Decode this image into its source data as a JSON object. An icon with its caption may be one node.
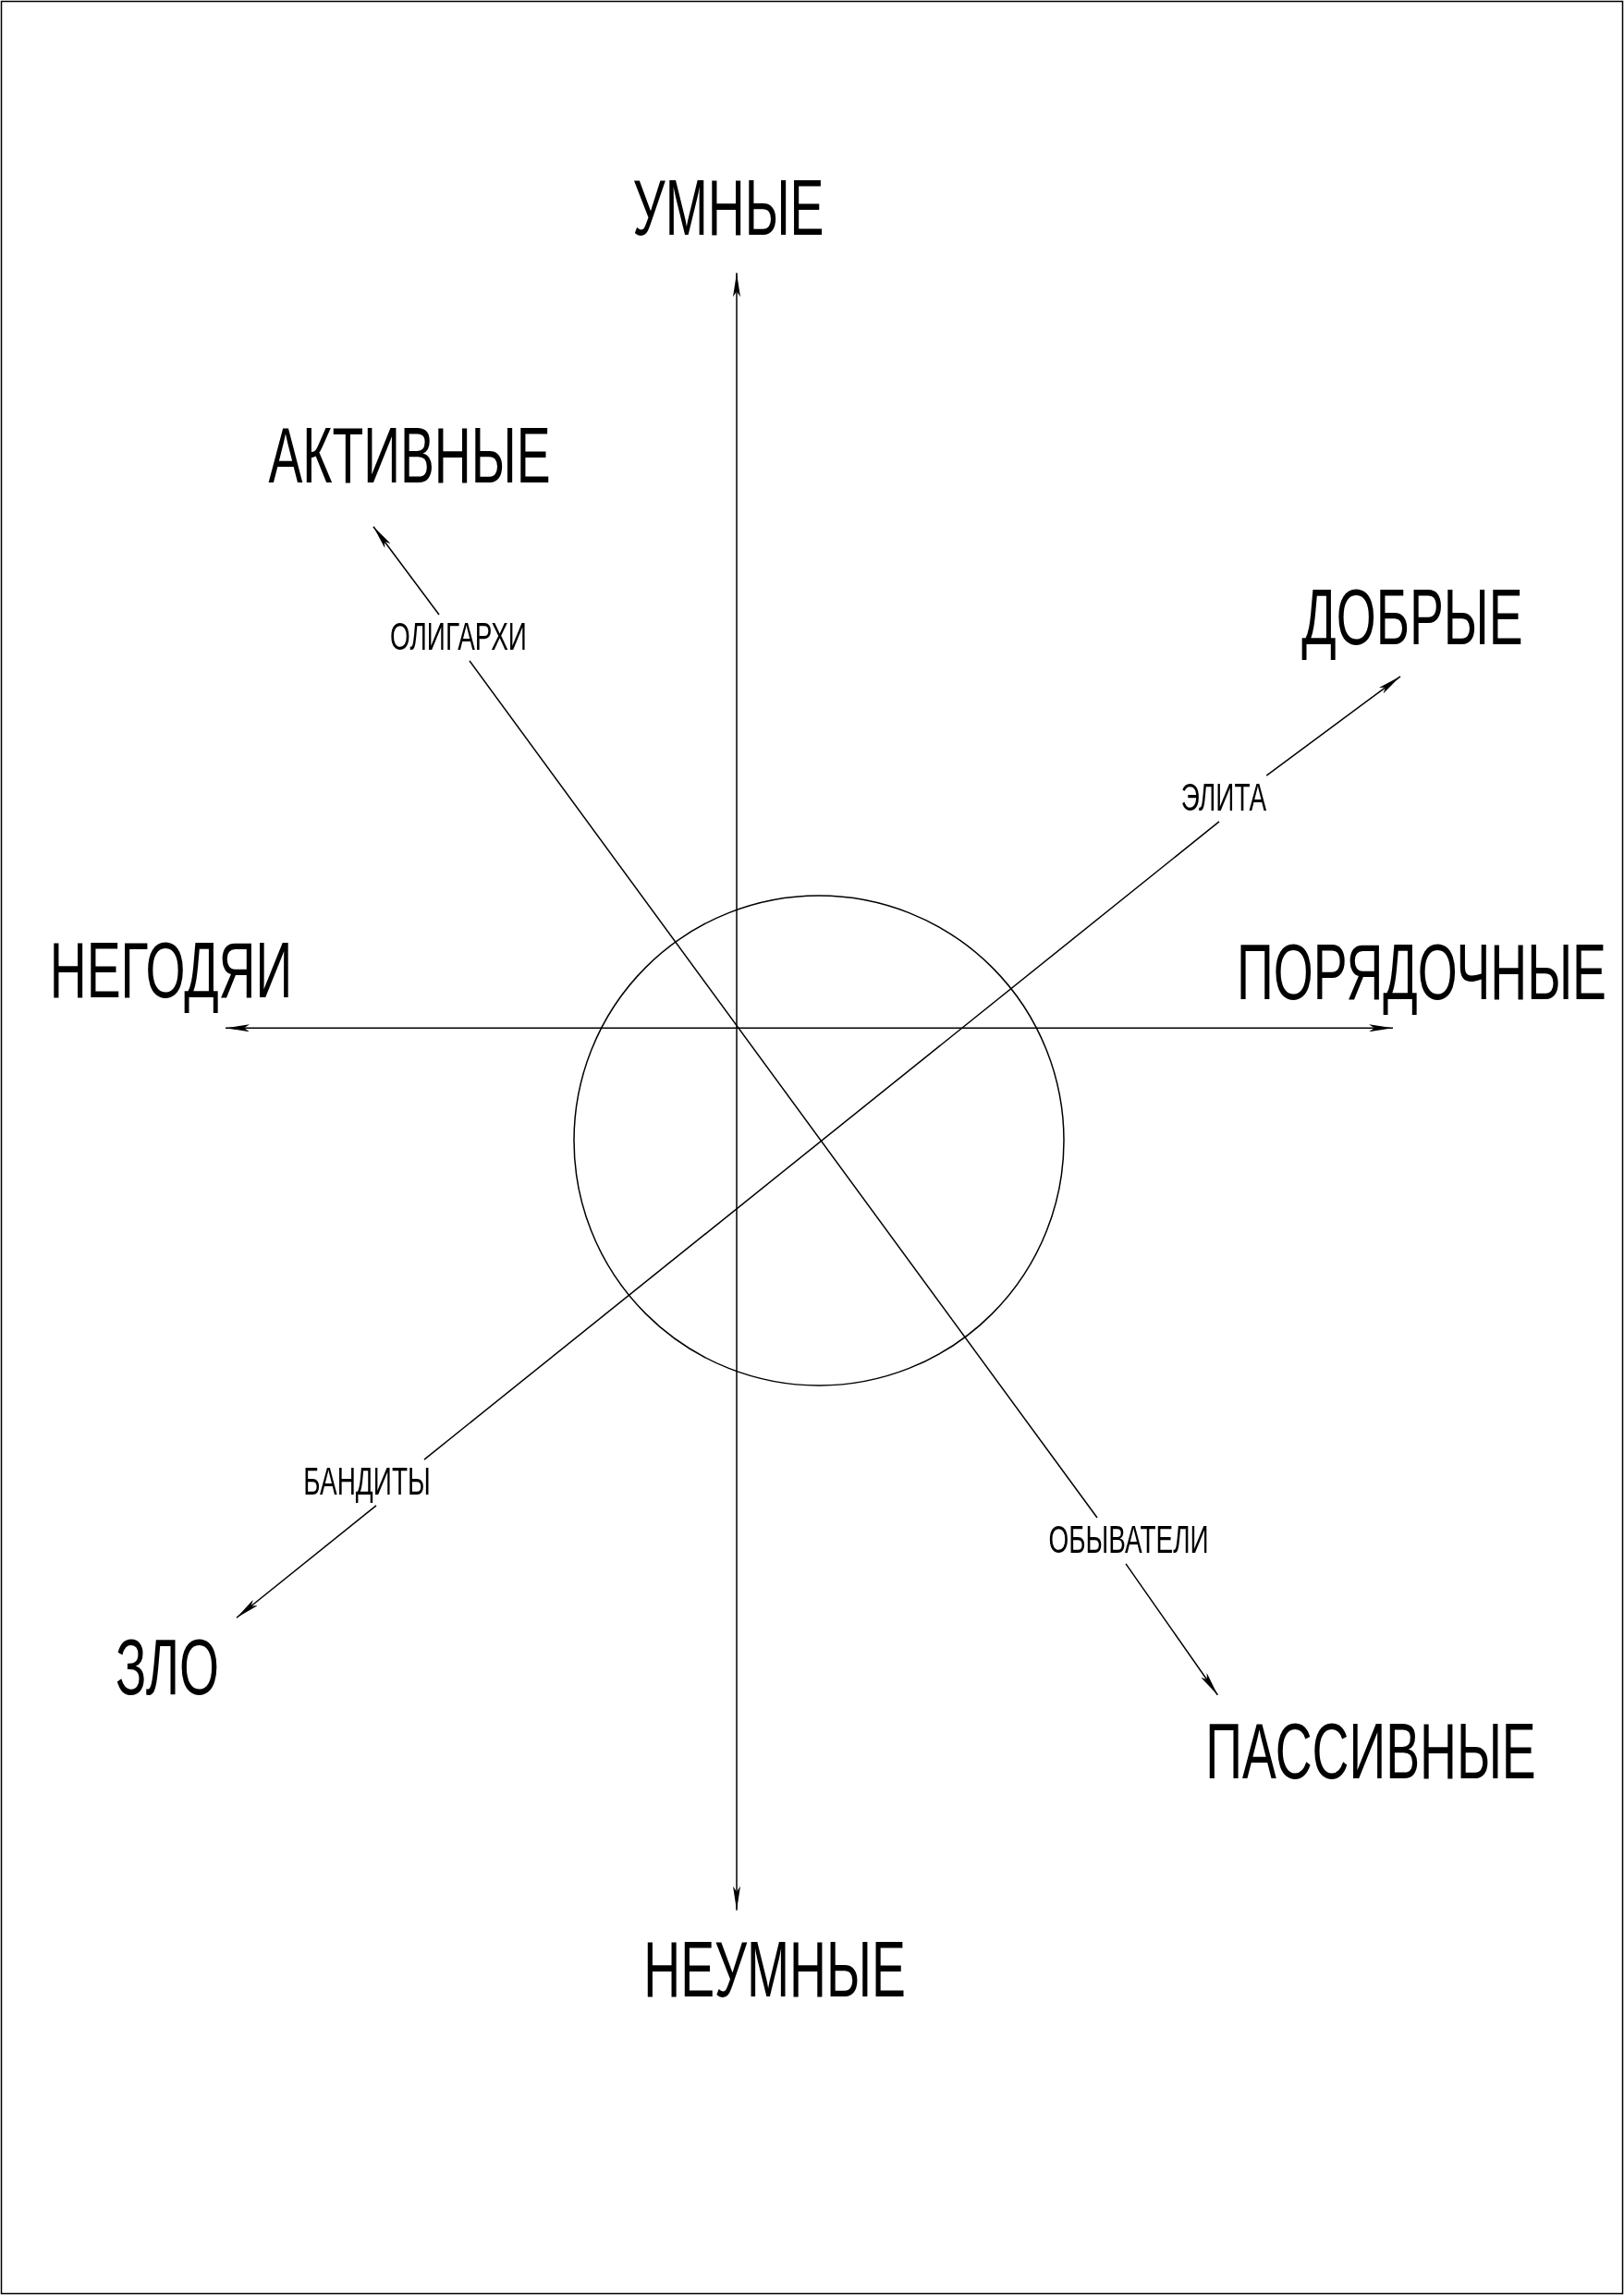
{
  "diagram": {
    "nodes": [
      {
        "text": [
          "УМНЫЕ"
        ]
      },
      {
        "text": [
          "АКТИВНЫЕ"
        ]
      },
      {
        "text": [
          "ОЛИГАРХИ"
        ]
      },
      {
        "text": [
          "ДОБРЫЕ"
        ]
      },
      {
        "text": [
          "ЭЛИТА"
        ]
      },
      {
        "text": [
          "НЕГОДЯИ"
        ]
      },
      {
        "text": [
          "ПОРЯДОЧНЫЕ"
        ]
      },
      {
        "text": [
          "БАНДИТЫ"
        ]
      },
      {
        "text": [
          "ОБЫВАТЕЛИ"
        ]
      },
      {
        "text": [
          "ЗЛО"
        ]
      },
      {
        "text": [
          "ПАССИВНЫЕ"
        ]
      },
      {
        "text": [
          "НЕУМНЫЕ"
        ]
      }
    ],
    "edges": [
      {
        "from": 0,
        "to": 11,
        "arrow": "both"
      },
      {
        "from": 5,
        "to": 6,
        "arrow": "both"
      },
      {
        "from": 2,
        "to": 1,
        "arrow": "to"
      },
      {
        "from": 2,
        "to": 8,
        "arrow": "none"
      },
      {
        "from": 8,
        "to": 10,
        "arrow": "to"
      },
      {
        "from": 4,
        "to": 3,
        "arrow": "to"
      },
      {
        "from": 4,
        "to": 7,
        "arrow": "none"
      },
      {
        "from": 7,
        "to": 9,
        "arrow": "to"
      }
    ]
  }
}
